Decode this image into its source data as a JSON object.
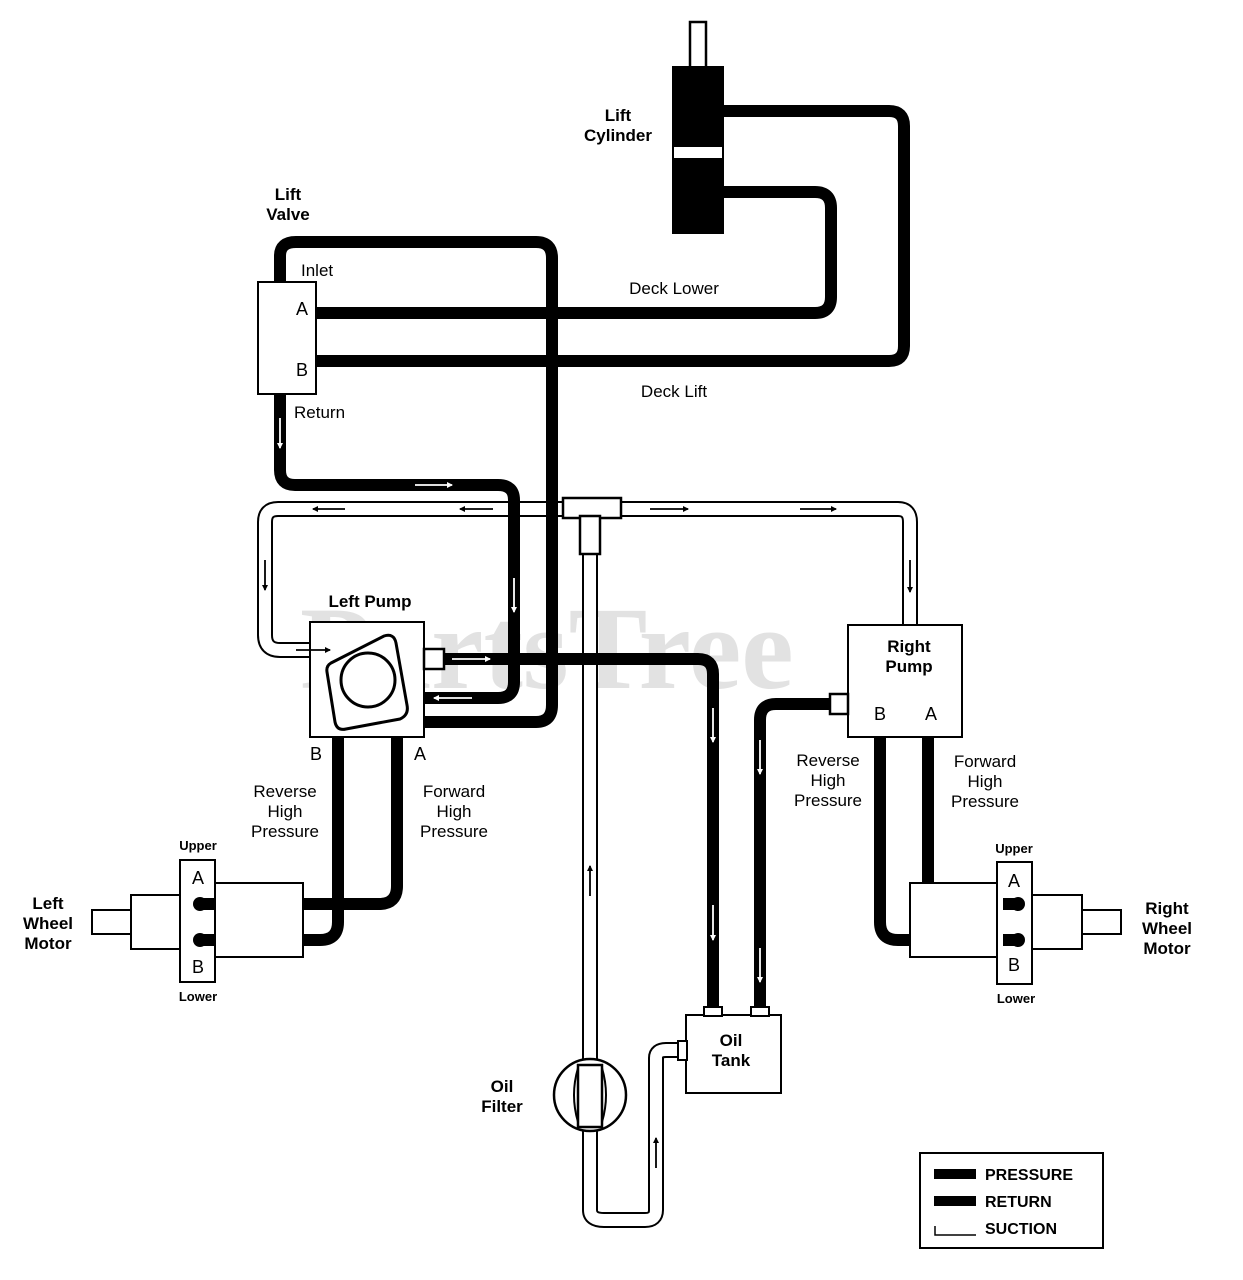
{
  "watermark": {
    "text": "PartsTree",
    "mark": "™"
  },
  "components": {
    "lift_cylinder": [
      "Lift",
      "Cylinder"
    ],
    "lift_valve": [
      "Lift",
      "Valve"
    ],
    "left_pump": "Left Pump",
    "right_pump": [
      "Right",
      "Pump"
    ],
    "oil_tank": [
      "Oil",
      "Tank"
    ],
    "oil_filter": [
      "Oil",
      "Filter"
    ],
    "left_wheel_motor": [
      "Left",
      "Wheel",
      "Motor"
    ],
    "right_wheel_motor": [
      "Right",
      "Wheel",
      "Motor"
    ]
  },
  "ports": {
    "inlet": "Inlet",
    "return": "Return",
    "a": "A",
    "b": "B",
    "upper": "Upper",
    "lower": "Lower"
  },
  "lines": {
    "deck_lower": "Deck Lower",
    "deck_lift": "Deck Lift",
    "reverse_high_pressure": [
      "Reverse",
      "High",
      "Pressure"
    ],
    "forward_high_pressure": [
      "Forward",
      "High",
      "Pressure"
    ]
  },
  "legend": {
    "pressure": "PRESSURE",
    "return": "RETURN",
    "suction": "SUCTION"
  },
  "colors": {
    "line": "#000000",
    "background": "#ffffff",
    "watermark": "#d9d9d9"
  }
}
